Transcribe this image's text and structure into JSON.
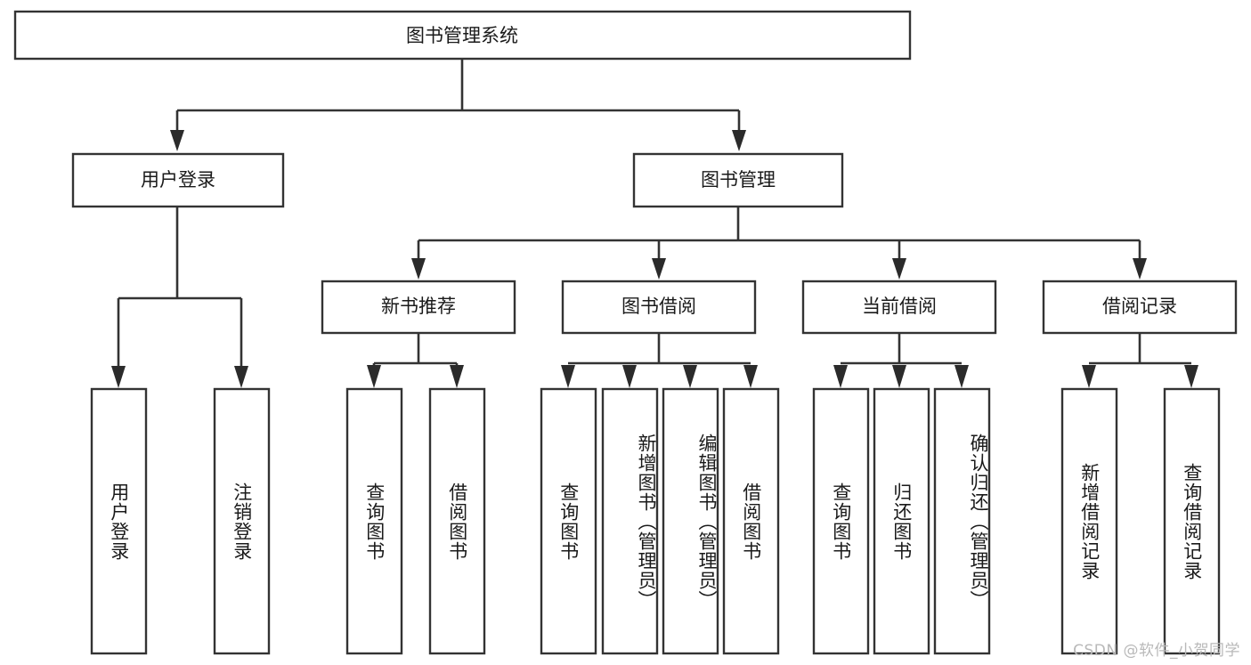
{
  "diagram": {
    "type": "tree-hierarchy",
    "title": "图书管理系统",
    "orientation": "top-down",
    "root": {
      "id": "root",
      "label": "图书管理系统",
      "orientation": "horizontal"
    },
    "level1": [
      {
        "id": "user-login",
        "label": "用户登录",
        "orientation": "horizontal"
      },
      {
        "id": "book-management",
        "label": "图书管理",
        "orientation": "horizontal"
      }
    ],
    "level2": [
      {
        "id": "new-book-recommend",
        "label": "新书推荐",
        "parent": "book-management",
        "orientation": "horizontal"
      },
      {
        "id": "book-borrow",
        "label": "图书借阅",
        "parent": "book-management",
        "orientation": "horizontal"
      },
      {
        "id": "current-borrow",
        "label": "当前借阅",
        "parent": "book-management",
        "orientation": "horizontal"
      },
      {
        "id": "borrow-record",
        "label": "借阅记录",
        "parent": "book-management",
        "orientation": "horizontal"
      }
    ],
    "leaves": [
      {
        "id": "leaf-user-login",
        "label": "用户登录",
        "parent": "user-login",
        "orientation": "vertical"
      },
      {
        "id": "leaf-user-logout",
        "label": "注销登录",
        "parent": "user-login",
        "orientation": "vertical"
      },
      {
        "id": "leaf-query-book-1",
        "label": "查询图书",
        "parent": "new-book-recommend",
        "orientation": "vertical"
      },
      {
        "id": "leaf-borrow-book-1",
        "label": "借阅图书",
        "parent": "new-book-recommend",
        "orientation": "vertical"
      },
      {
        "id": "leaf-query-book-2",
        "label": "查询图书",
        "parent": "book-borrow",
        "orientation": "vertical"
      },
      {
        "id": "leaf-add-book",
        "label": "新增图书（管理员）",
        "parent": "book-borrow",
        "orientation": "vertical"
      },
      {
        "id": "leaf-edit-book",
        "label": "编辑图书（管理员）",
        "parent": "book-borrow",
        "orientation": "vertical"
      },
      {
        "id": "leaf-borrow-book-2",
        "label": "借阅图书",
        "parent": "book-borrow",
        "orientation": "vertical"
      },
      {
        "id": "leaf-query-book-3",
        "label": "查询图书",
        "parent": "current-borrow",
        "orientation": "vertical"
      },
      {
        "id": "leaf-return-book",
        "label": "归还图书",
        "parent": "current-borrow",
        "orientation": "vertical"
      },
      {
        "id": "leaf-confirm-return",
        "label": "确认归还（管理员）",
        "parent": "current-borrow",
        "orientation": "vertical"
      },
      {
        "id": "leaf-add-record",
        "label": "新增借阅记录",
        "parent": "borrow-record",
        "orientation": "vertical"
      },
      {
        "id": "leaf-query-record",
        "label": "查询借阅记录",
        "parent": "borrow-record",
        "orientation": "vertical"
      }
    ]
  },
  "watermark": {
    "text": "CSDN @软件_小贺同学"
  },
  "colors": {
    "background": "#ffffff",
    "box_fill": "#ffffff",
    "box_stroke": "#333333",
    "connector": "#333333",
    "text": "#1a1a1a",
    "watermark": "#b9b9b9"
  }
}
